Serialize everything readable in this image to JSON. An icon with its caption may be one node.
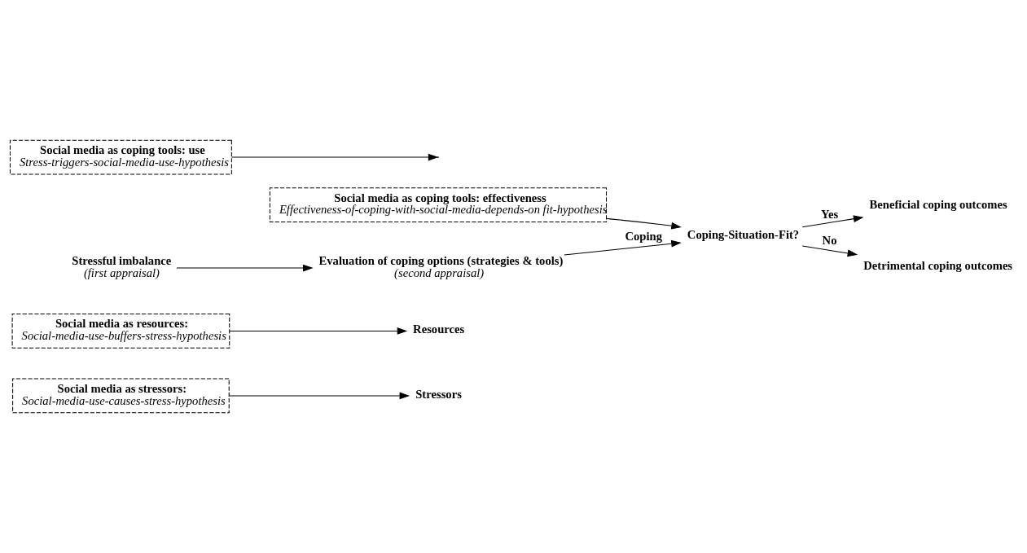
{
  "diagram": {
    "nodes": [
      {
        "text": [
          "Social media as stressors:",
          "Social-media-use-causes-stress-hypothesis"
        ]
      },
      {
        "text": [
          "Social media as resources:",
          "Social-media-use-buffers-stress-hypothesis"
        ]
      },
      {
        "text": [
          "Social media as coping tools: effectiveness",
          "Effectiveness-of-coping-with-social-media-depends-on fit-hypothesis"
        ]
      },
      {
        "text": [
          "Stressors"
        ]
      },
      {
        "text": [
          "Resources"
        ]
      },
      {
        "text": [
          "Stressful imbalance",
          "(first appraisal)"
        ]
      },
      {
        "text": [
          "Evaluation of coping options (strategies & tools)",
          "(second appraisal)"
        ]
      },
      {
        "text": [
          "Coping-Situation-Fit?"
        ]
      },
      {
        "text": [
          "Beneficial coping outcomes"
        ]
      },
      {
        "text": [
          "Detrimental coping outcomes"
        ]
      },
      {
        "text": [
          "Social media as coping tools: use",
          "Stress-triggers-social-media-use-hypothesis"
        ]
      }
    ],
    "edges": [
      {
        "from": 0,
        "to": 3,
        "arrow": "to"
      },
      {
        "from": 1,
        "to": 4,
        "arrow": "to"
      },
      {
        "from": 5,
        "to": 6,
        "arrow": "to"
      },
      {
        "from": 6,
        "to": 7,
        "arrow": "to",
        "label": "Coping"
      },
      {
        "from": 10,
        "to": null,
        "arrow": "to"
      },
      {
        "from": 2,
        "to": 7,
        "arrow": "to"
      },
      {
        "from": 7,
        "to": 8,
        "arrow": "to",
        "label": "Yes"
      },
      {
        "from": 7,
        "to": 9,
        "arrow": "to",
        "label": "No"
      }
    ]
  }
}
